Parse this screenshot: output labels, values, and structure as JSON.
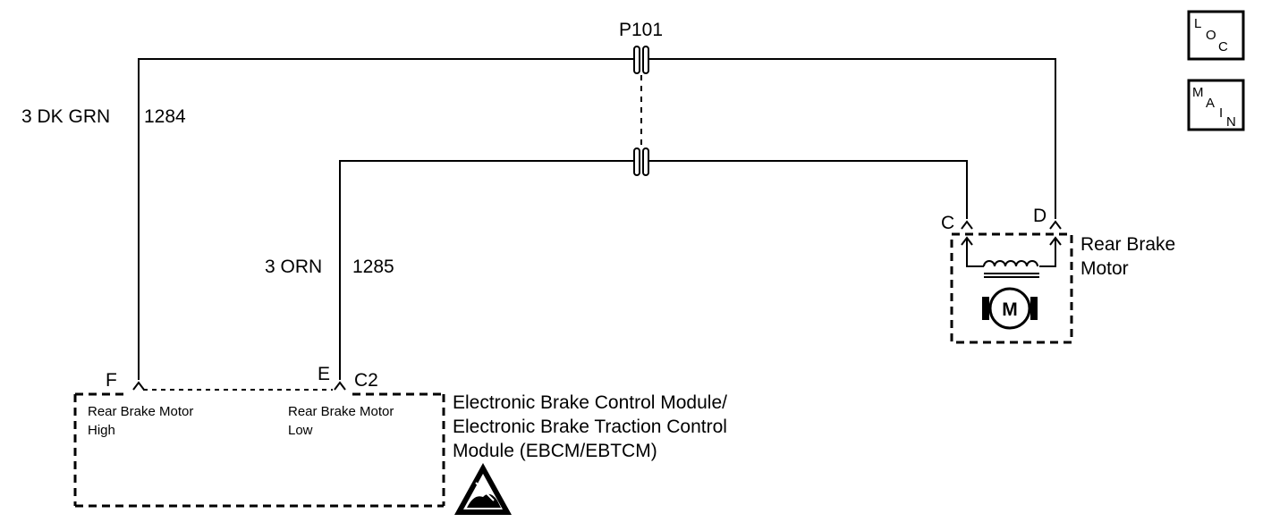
{
  "connector": {
    "name": "P101"
  },
  "wires": {
    "high": {
      "label": "3 DK GRN",
      "circuit": "1284"
    },
    "low": {
      "label": "3 ORN",
      "circuit": "1285"
    }
  },
  "module": {
    "connector": "C2",
    "pin_high": "F",
    "pin_low": "E",
    "pin_high_label_line1": "Rear Brake Motor",
    "pin_high_label_line2": "High",
    "pin_low_label_line1": "Rear Brake Motor",
    "pin_low_label_line2": "Low",
    "name_line1": "Electronic Brake Control Module/",
    "name_line2": "Electronic Brake Traction Control",
    "name_line3": "Module (EBCM/EBTCM)"
  },
  "motor": {
    "pin_c": "C",
    "pin_d": "D",
    "name_line1": "Rear Brake",
    "name_line2": "Motor",
    "symbol": "M"
  },
  "icons": {
    "loc": {
      "l1": "L",
      "l2": "O",
      "l3": "C"
    },
    "main": {
      "l1": "M",
      "l2": "A",
      "l3": "I",
      "l4": "N"
    },
    "esd": "esd-warning-icon"
  }
}
